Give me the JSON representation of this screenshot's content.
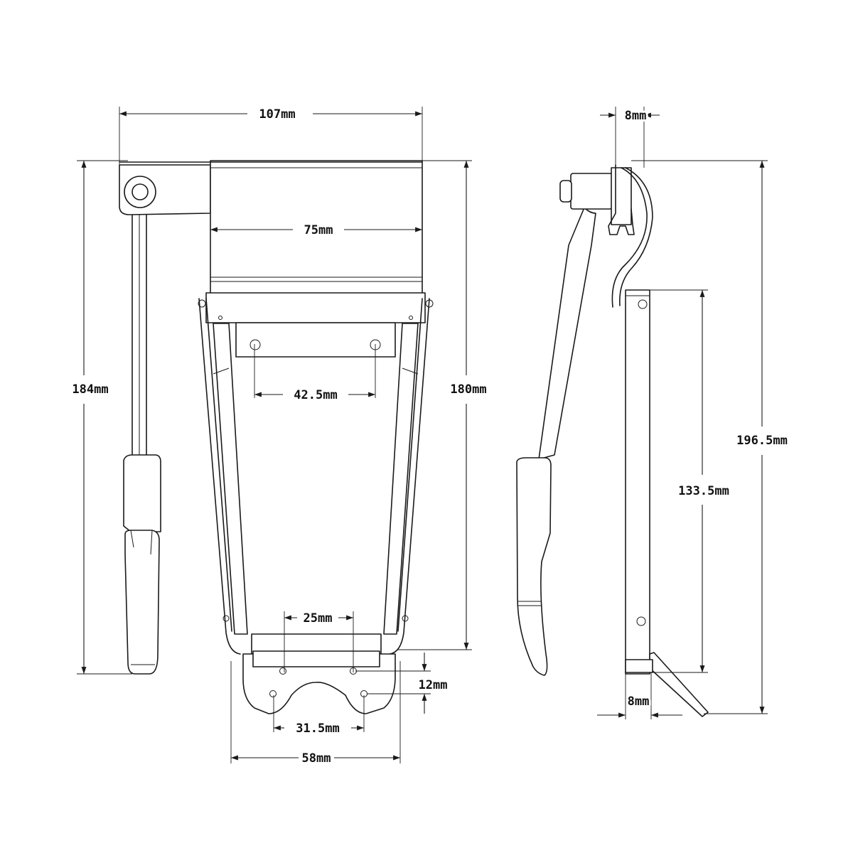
{
  "dimensions": {
    "overall_width": "107mm",
    "plate_width": "75mm",
    "hole_spacing_top": "42.5mm",
    "arm_length": "184mm",
    "body_length": "180mm",
    "tail_slot": "25mm",
    "tail_offset": "12mm",
    "tail_hole_spacing": "31.5mm",
    "tail_width": "58mm",
    "side_top_thickness": "8mm",
    "side_total_height": "196.5mm",
    "side_bar_height": "133.5mm",
    "side_bottom_thickness": "8mm"
  },
  "colors": {
    "line": "#1a1a1a",
    "background": "#ffffff"
  }
}
